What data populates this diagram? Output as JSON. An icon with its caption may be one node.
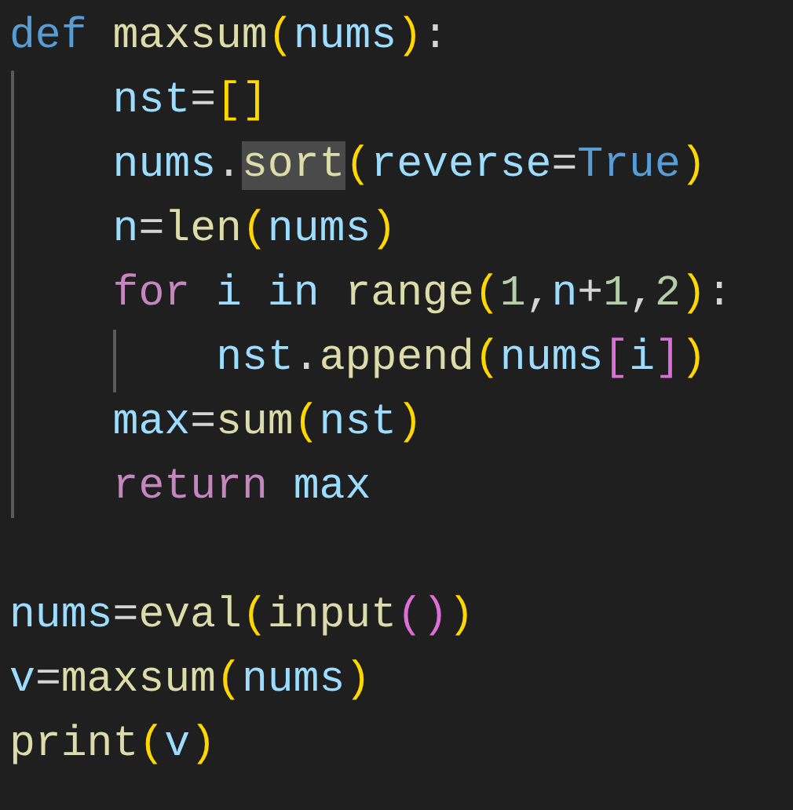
{
  "diagram": {
    "labels": [
      "def maxsum(nums):",
      "nst=[]",
      "nums.sort(reverse=True)",
      "n=len(nums)",
      "for i in range(1,n+1,2):",
      "nst.append(nums[i])",
      "max=sum(nst)",
      "return max",
      "nums=eval(input())",
      "v=maxsum(nums)",
      "print(v)"
    ]
  }
}
